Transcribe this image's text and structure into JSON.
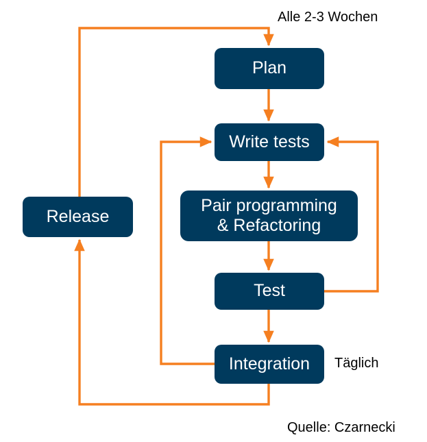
{
  "diagram": {
    "title": "Agile development cycle (XP) flow diagram",
    "source_note": "Quelle: Czarnecki",
    "colors": {
      "node_fill": "#003a5d",
      "node_text": "#ffffff",
      "arrow": "#f57f20",
      "background": "#ffffff",
      "caption_text": "#000000"
    },
    "nodes": [
      {
        "id": "plan",
        "label": "Plan"
      },
      {
        "id": "write-tests",
        "label": "Write tests"
      },
      {
        "id": "pair",
        "label": "Pair programming\n& Refactoring"
      },
      {
        "id": "test",
        "label": "Test"
      },
      {
        "id": "integration",
        "label": "Integration"
      },
      {
        "id": "release",
        "label": "Release"
      }
    ],
    "captions": [
      {
        "id": "weeks-caption",
        "text": "Alle 2-3 Wochen"
      },
      {
        "id": "daily-caption",
        "text": "Täglich"
      },
      {
        "id": "source-caption",
        "text": "Quelle: Czarnecki"
      }
    ],
    "edges": [
      {
        "id": "plan-to-write-tests",
        "from": "plan",
        "to": "write-tests"
      },
      {
        "id": "write-tests-to-pair",
        "from": "write-tests",
        "to": "pair"
      },
      {
        "id": "pair-to-test",
        "from": "pair",
        "to": "test"
      },
      {
        "id": "test-to-integration",
        "from": "test",
        "to": "integration"
      },
      {
        "id": "test-to-write-tests-loop",
        "from": "test",
        "to": "write-tests"
      },
      {
        "id": "integration-to-write-tests-loop",
        "from": "integration",
        "to": "write-tests"
      },
      {
        "id": "integration-to-release",
        "from": "integration",
        "to": "release"
      },
      {
        "id": "release-to-plan",
        "from": "release",
        "to": "plan"
      }
    ]
  }
}
